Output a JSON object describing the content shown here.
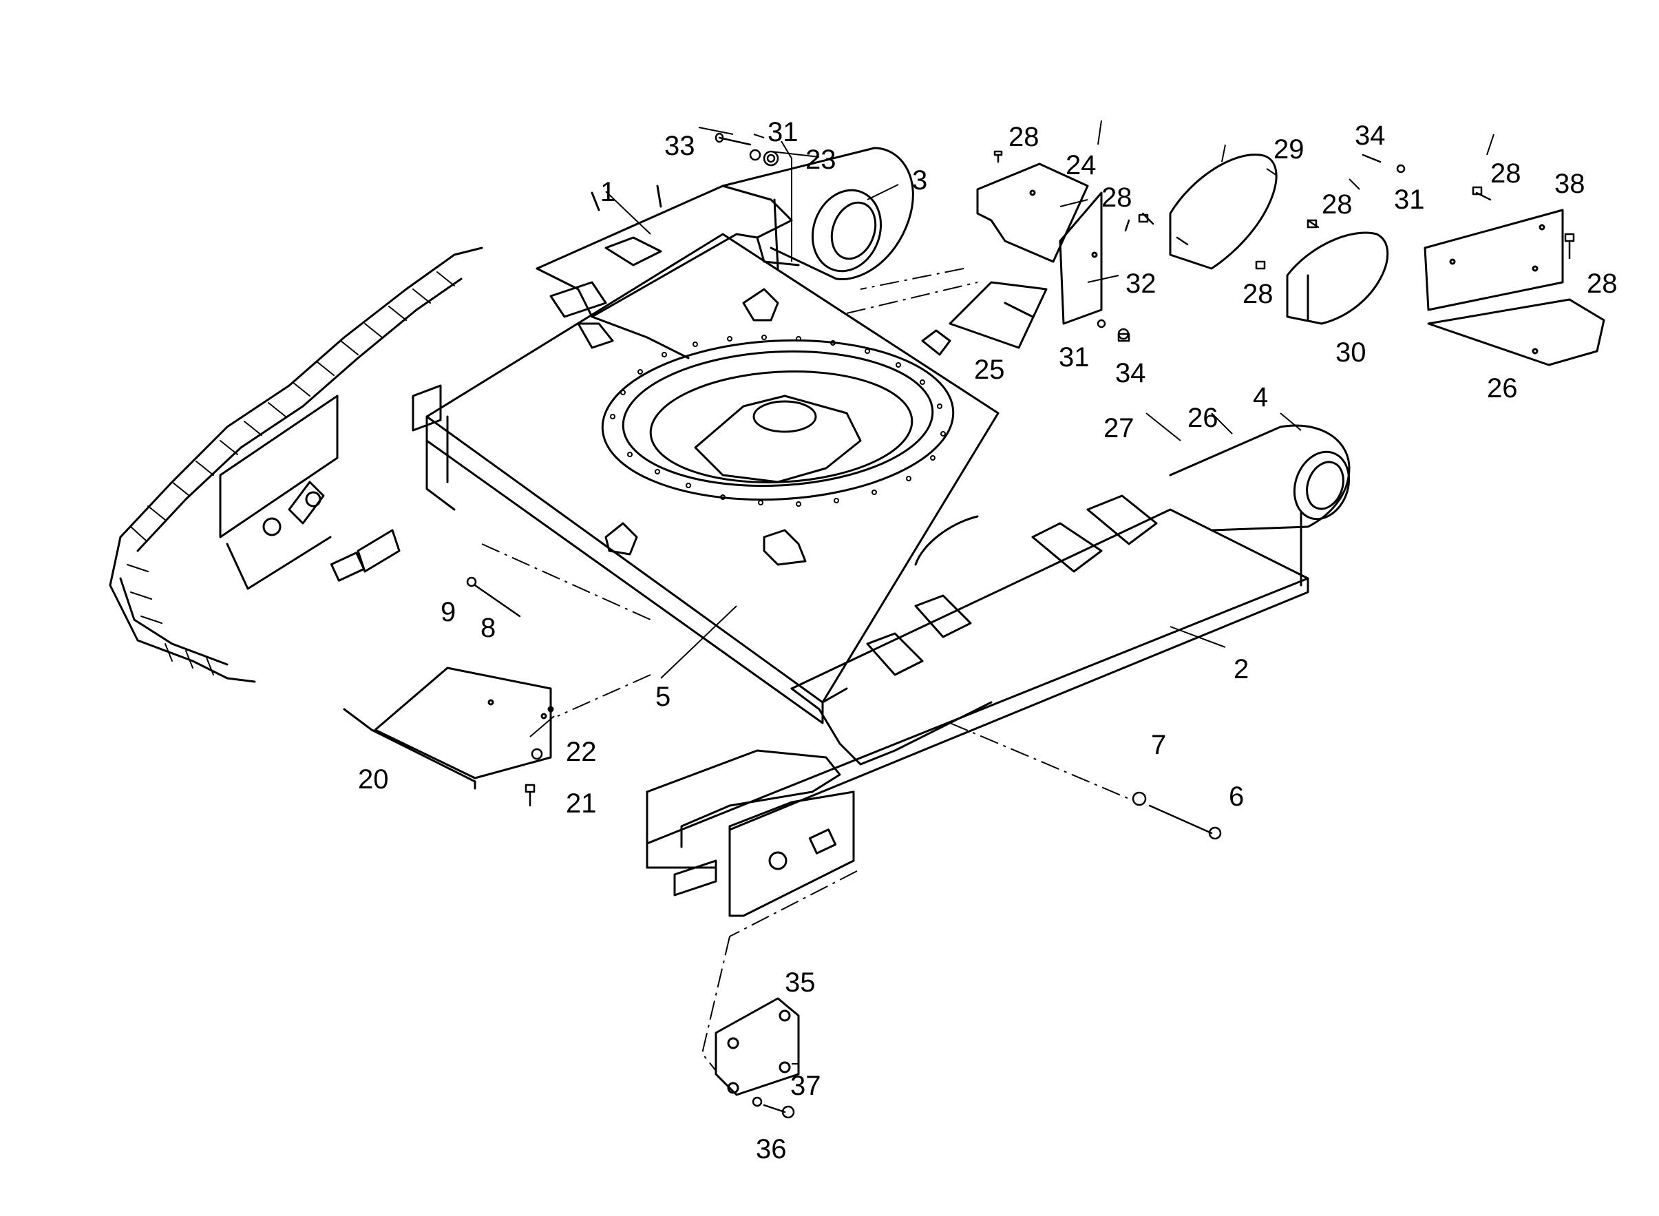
{
  "diagram": {
    "type": "exploded parts diagram",
    "subject": "excavator undercarriage frame",
    "callouts": [
      "1",
      "2",
      "3",
      "4",
      "5",
      "6",
      "7",
      "8",
      "9",
      "20",
      "21",
      "22",
      "23",
      "24",
      "25",
      "26",
      "26",
      "27",
      "28",
      "28",
      "28",
      "28",
      "28",
      "28",
      "29",
      "30",
      "31",
      "31",
      "31",
      "32",
      "33",
      "34",
      "34",
      "35",
      "36",
      "37",
      "38"
    ]
  },
  "colors": {
    "line": "#000000",
    "background": "#ffffff"
  },
  "labels": {
    "p1": "1",
    "p2": "2",
    "p3": "3",
    "p4": "4",
    "p5": "5",
    "p6": "6",
    "p7": "7",
    "p8": "8",
    "p9": "9",
    "p20": "20",
    "p21": "21",
    "p22": "22",
    "p23": "23",
    "p24": "24",
    "p25": "25",
    "p26a": "26",
    "p26b": "26",
    "p27": "27",
    "p28a": "28",
    "p28b": "28",
    "p28c": "28",
    "p28d": "28",
    "p28e": "28",
    "p28f": "28",
    "p29": "29",
    "p30": "30",
    "p31a": "31",
    "p31b": "31",
    "p31c": "31",
    "p32": "32",
    "p33": "33",
    "p34a": "34",
    "p34b": "34",
    "p35": "35",
    "p36": "36",
    "p37": "37",
    "p38": "38"
  }
}
